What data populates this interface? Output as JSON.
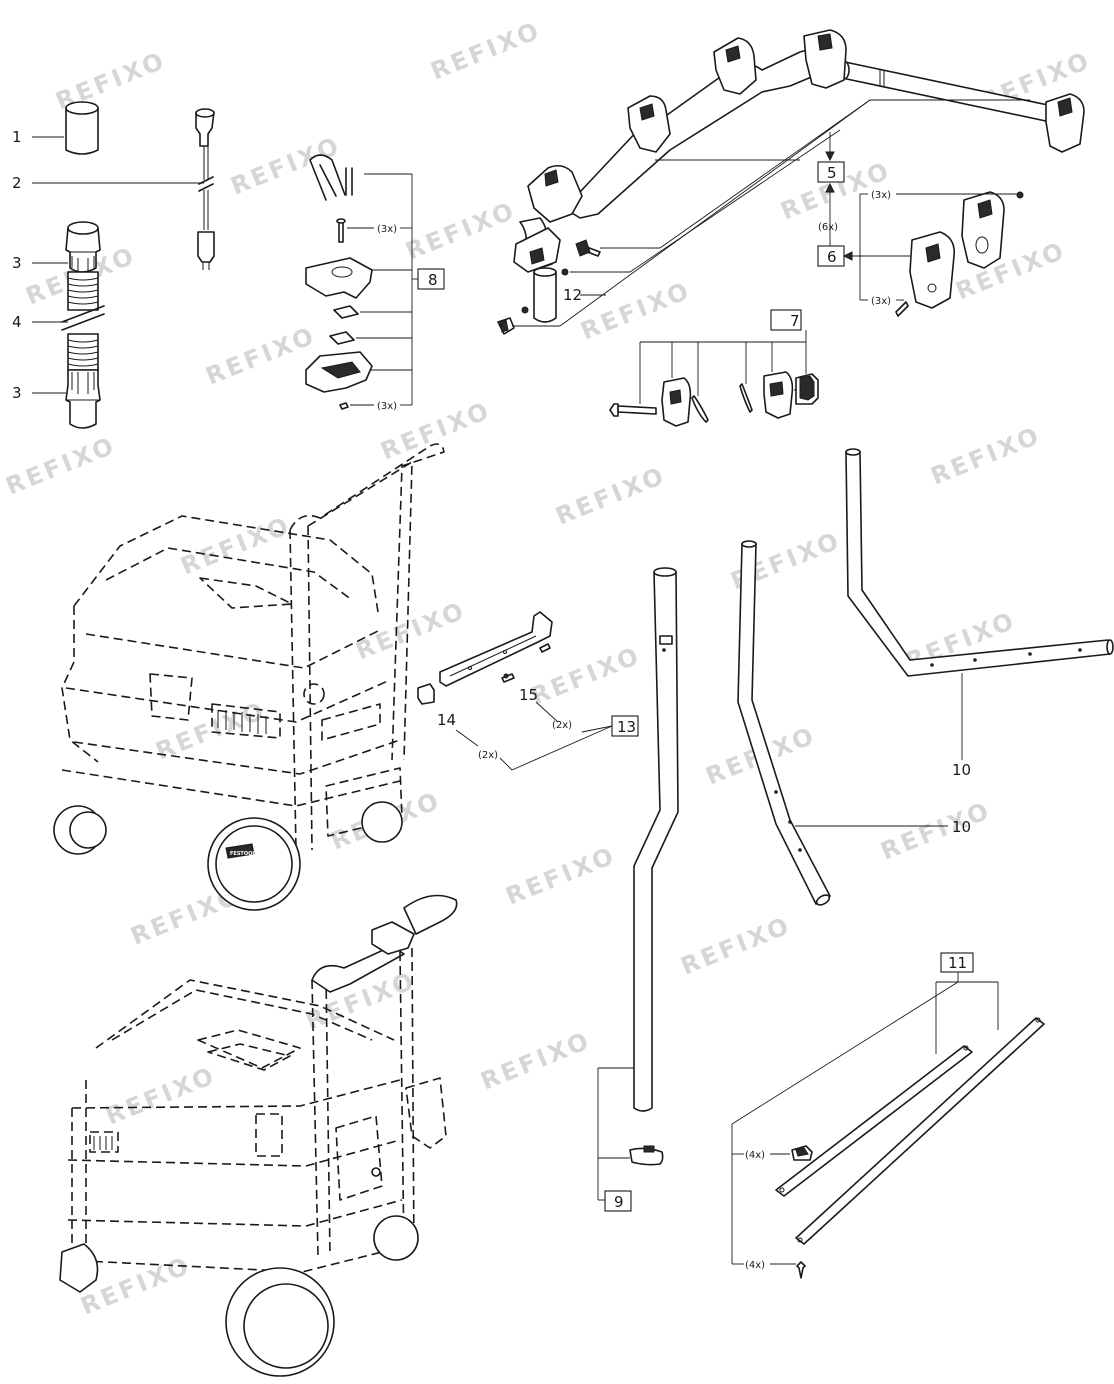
{
  "watermark": "REFIXO",
  "brand_mark": "FESTOOL",
  "callouts": {
    "c1": "1",
    "c2": "2",
    "c3a": "3",
    "c4": "4",
    "c3b": "3",
    "c5": "5",
    "c6": "6",
    "c7": "7",
    "c8": "8",
    "c9": "9",
    "c10a": "10",
    "c10b": "10",
    "c11": "11",
    "c12": "12",
    "c13": "13",
    "c14": "14",
    "c15": "15"
  },
  "quantities": {
    "q8_top": "(3x)",
    "q8_bottom": "(3x)",
    "q6_top": "(3x)",
    "q6_bottom": "(3x)",
    "q6_mid": "(6x)",
    "q13_a": "(2x)",
    "q13_b": "(2x)",
    "q11_top": "(4x)",
    "q11_bottom": "(4x)"
  }
}
